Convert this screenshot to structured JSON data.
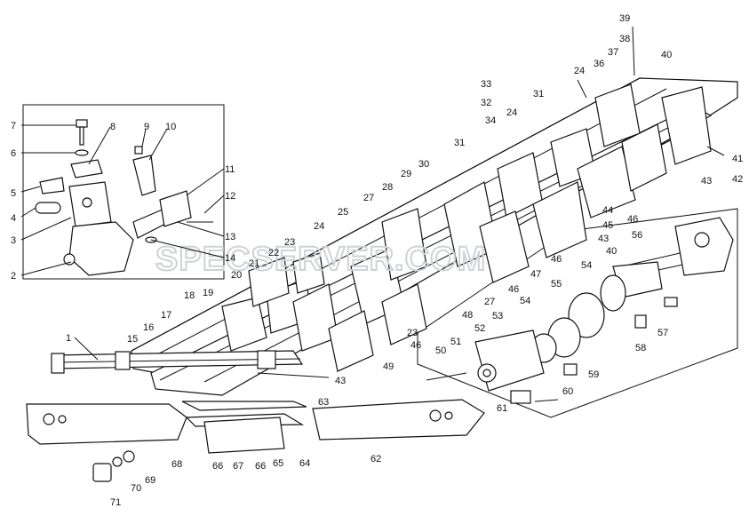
{
  "watermark": "SPECSERVER.COM",
  "callouts": [
    "1",
    "2",
    "3",
    "4",
    "5",
    "6",
    "7",
    "8",
    "9",
    "10",
    "11",
    "12",
    "13",
    "14",
    "15",
    "16",
    "17",
    "18",
    "19",
    "20",
    "21",
    "22",
    "23",
    "24",
    "25",
    "27",
    "28",
    "29",
    "30",
    "31",
    "32",
    "33",
    "34",
    "36",
    "37",
    "38",
    "39",
    "40",
    "41",
    "42",
    "43",
    "44",
    "45",
    "46",
    "47",
    "48",
    "49",
    "50",
    "51",
    "52",
    "53",
    "54",
    "55",
    "56",
    "57",
    "58",
    "59",
    "60",
    "61",
    "62",
    "63",
    "64",
    "65",
    "66",
    "67",
    "68",
    "69",
    "70",
    "71"
  ]
}
